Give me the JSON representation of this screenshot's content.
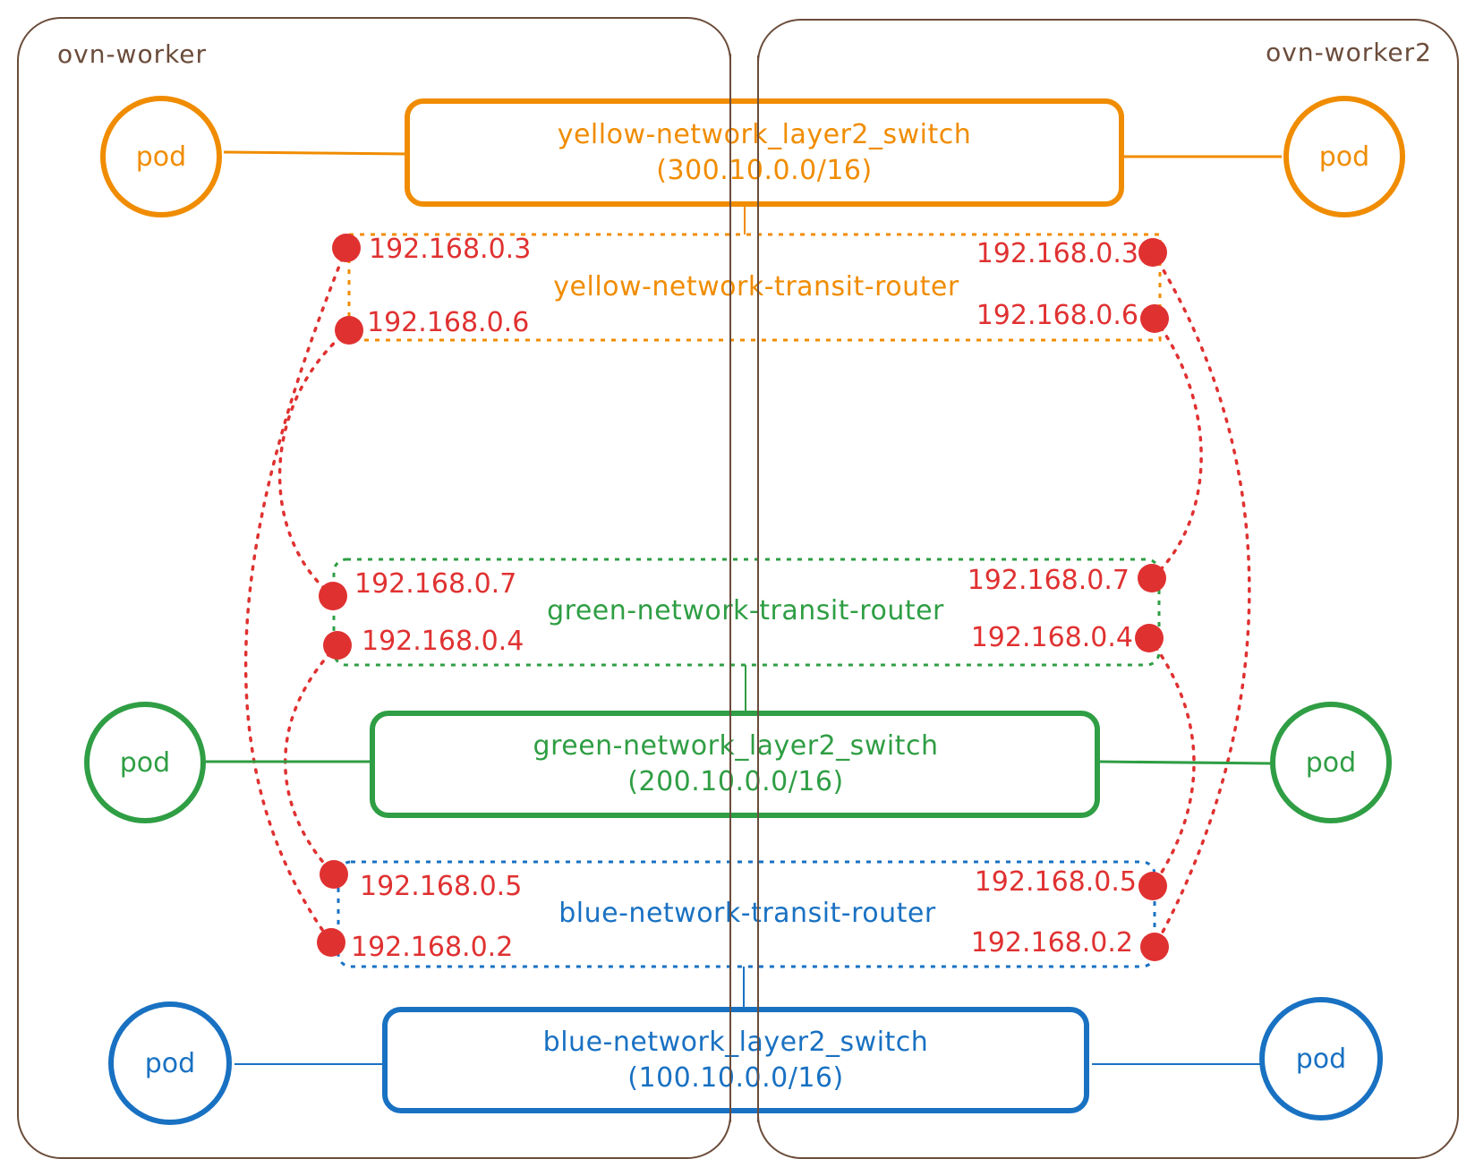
{
  "workers": {
    "left": "ovn-worker",
    "right": "ovn-worker2"
  },
  "colors": {
    "yellow": "#f08c00",
    "green": "#2f9e44",
    "blue": "#1971c2",
    "ip_red": "#e03131",
    "worker_border": "#6b4c3b"
  },
  "switches": {
    "yellow": {
      "name": "yellow-network_layer2_switch",
      "cidr": "(300.10.0.0/16)"
    },
    "green": {
      "name": "green-network_layer2_switch",
      "cidr": "(200.10.0.0/16)"
    },
    "blue": {
      "name": "blue-network_layer2_switch",
      "cidr": "(100.10.0.0/16)"
    }
  },
  "routers": {
    "yellow": {
      "name": "yellow-network-transit-router",
      "left_ips": [
        "192.168.0.3",
        "192.168.0.6"
      ],
      "right_ips": [
        "192.168.0.3",
        "192.168.0.6"
      ]
    },
    "green": {
      "name": "green-network-transit-router",
      "left_ips": [
        "192.168.0.7",
        "192.168.0.4"
      ],
      "right_ips": [
        "192.168.0.7",
        "192.168.0.4"
      ]
    },
    "blue": {
      "name": "blue-network-transit-router",
      "left_ips": [
        "192.168.0.5",
        "192.168.0.2"
      ],
      "right_ips": [
        "192.168.0.5",
        "192.168.0.2"
      ]
    }
  },
  "pods": {
    "yellow_left": "pod",
    "yellow_right": "pod",
    "green_left": "pod",
    "green_right": "pod",
    "blue_left": "pod",
    "blue_right": "pod"
  }
}
